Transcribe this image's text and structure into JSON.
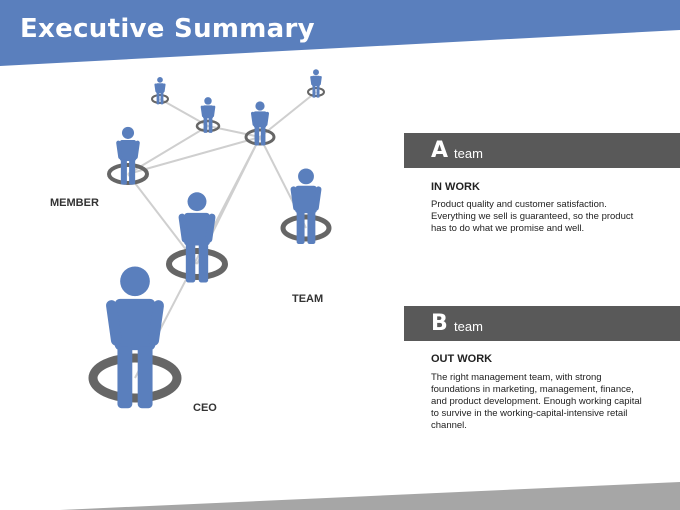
{
  "header": {
    "title": "Executive Summary"
  },
  "network": {
    "labels": {
      "member": "MEMBER",
      "team": "TEAM",
      "ceo": "CEO"
    }
  },
  "panels": [
    {
      "letter": "A",
      "word": "team",
      "title": "IN WORK",
      "body": "Product quality and customer satisfaction. Everything we sell is guaranteed, so the product has to do what we promise and well."
    },
    {
      "letter": "B",
      "word": "team",
      "title": "OUT WORK",
      "body": "The right management team, with strong foundations in marketing, management, finance, and product development. Enough working capital to survive in the working-capital-intensive retail channel."
    }
  ],
  "colors": {
    "accent": "#5a7fbd",
    "bar": "#595959",
    "ring": "#666666",
    "figure": "#5a7fbd",
    "line": "#cfcfcf"
  }
}
